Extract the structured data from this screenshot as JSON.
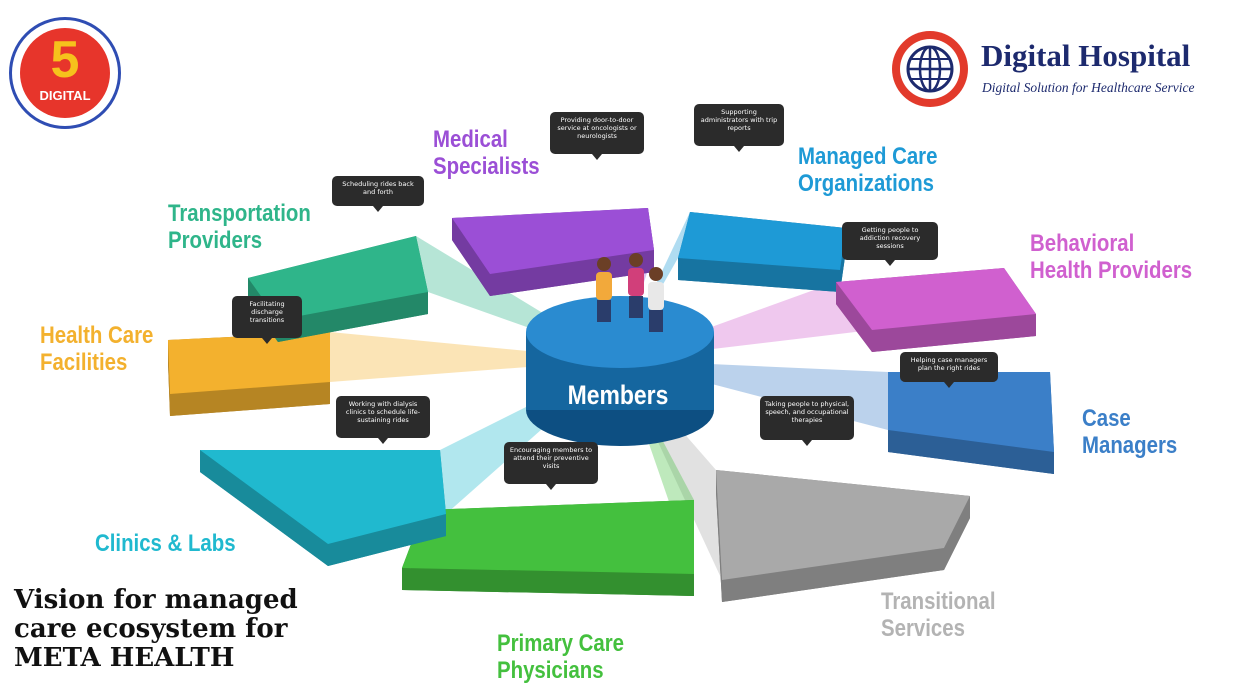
{
  "brand_left": {
    "number": "5",
    "word": "DIGITAL"
  },
  "brand_right": {
    "title": "Digital Hospital",
    "subtitle": "Digital Solution for Healthcare Service"
  },
  "center": {
    "label": "Members"
  },
  "caption": "Vision for managed\ncare ecosystem for\nMETA HEALTH",
  "segments": [
    {
      "id": "medical-specialists",
      "label": "Medical\nSpecialists",
      "color": "#9b4fd6",
      "bubble": "Providing door-to-door service at oncologists or neurologists"
    },
    {
      "id": "managed-care",
      "label": "Managed Care\nOrganizations",
      "color": "#1e9ad6",
      "bubble": "Supporting administrators with trip reports"
    },
    {
      "id": "behavioral-health",
      "label": "Behavioral\nHealth Providers",
      "color": "#d060cf",
      "bubble": "Getting people to addiction recovery sessions"
    },
    {
      "id": "case-managers",
      "label": "Case Managers",
      "color": "#3b7fc8",
      "bubble": "Helping case managers plan the right rides"
    },
    {
      "id": "transitional-services",
      "label": "Transitional\nServices",
      "color": "#a9a9a9",
      "bubble": "Taking people to physical, speech, and occupational therapies"
    },
    {
      "id": "primary-care",
      "label": "Primary Care\nPhysicians",
      "color": "#44c03e",
      "bubble": "Encouraging members to attend their preventive visits"
    },
    {
      "id": "clinics-labs",
      "label": "Clinics & Labs",
      "color": "#20b9cf",
      "bubble": "Working with dialysis clinics to schedule life-sustaining rides"
    },
    {
      "id": "health-care-facilities",
      "label": "Health Care\nFacilities",
      "color": "#f3b12e",
      "bubble": "Facilitating discharge transitions"
    },
    {
      "id": "transportation-providers",
      "label": "Transportation\nProviders",
      "color": "#2fb58a",
      "bubble": "Scheduling rides back and forth"
    }
  ]
}
